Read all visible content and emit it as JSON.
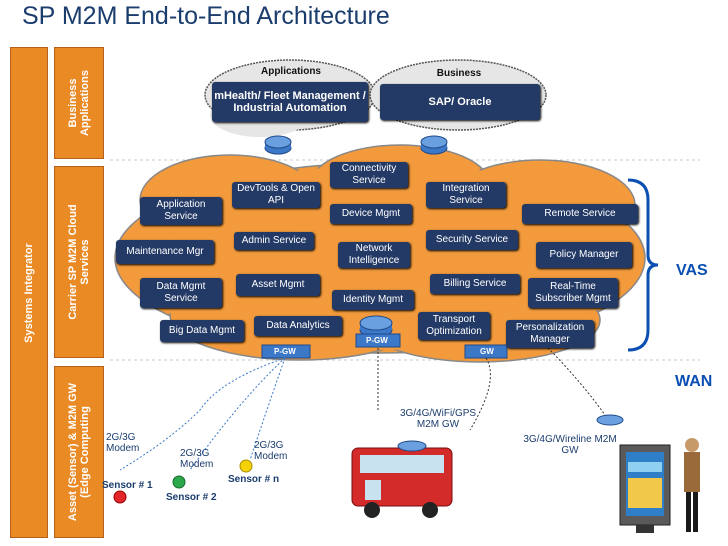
{
  "title": "SP M2M End-to-End Architecture",
  "sidebar": {
    "systems_integrator": "Systems Integrator",
    "business_applications": "Business Applications",
    "carrier_cloud": "Carrier SP M2M Cloud Services",
    "asset_gateway": "Asset (Sensor) & M2M GW (Edge Computing"
  },
  "clouds": {
    "applications_label": "Applications",
    "business_label": "Business",
    "applications_text": "mHealth/ Fleet Management / Industrial Automation",
    "business_text": "SAP/ Oracle"
  },
  "services": {
    "connectivity": "Connectivity Service",
    "devtools": "DevTools & Open API",
    "integration": "Integration Service",
    "application": "Application Service",
    "device_mgmt": "Device Mgmt",
    "remote": "Remote Service",
    "admin": "Admin Service",
    "security": "Security Service",
    "maintenance": "Maintenance Mgr",
    "network_intel": "Network Intelligence",
    "policy": "Policy Manager",
    "data_mgmt": "Data Mgmt Service",
    "asset_mgmt": "Asset Mgmt",
    "billing": "Billing Service",
    "realtime": "Real-Time Subscriber Mgmt",
    "identity": "Identity Mgmt",
    "transport": "Transport Optimization",
    "data_analytics": "Data Analytics",
    "personalization": "Personalization Manager",
    "big_data": "Big Data Mgmt"
  },
  "gateways": {
    "pgw1": "P-GW",
    "pgw2": "P-GW",
    "gw": "GW"
  },
  "labels": {
    "vas": "VAS",
    "wan": "WAN",
    "bus_gw": "3G/4G/WiFi/GPS M2M GW",
    "kiosk_gw": "3G/4G/Wireline M2M GW",
    "modem1": "2G/3G Modem",
    "modem2": "2G/3G Modem",
    "modem3": "2G/3G Modem",
    "sensor1": "Sensor # 1",
    "sensor2": "Sensor # 2",
    "sensorn": "Sensor # n"
  },
  "colors": {
    "accent_orange": "#e98a25",
    "service_navy": "#243a66",
    "cloud_orange": "#f29a3c",
    "title_blue": "#1b3d6e",
    "label_blue": "#0b4fb3",
    "sensor1": "#e3262a",
    "sensor2": "#2aa84a",
    "sensorn": "#f5d10a"
  }
}
